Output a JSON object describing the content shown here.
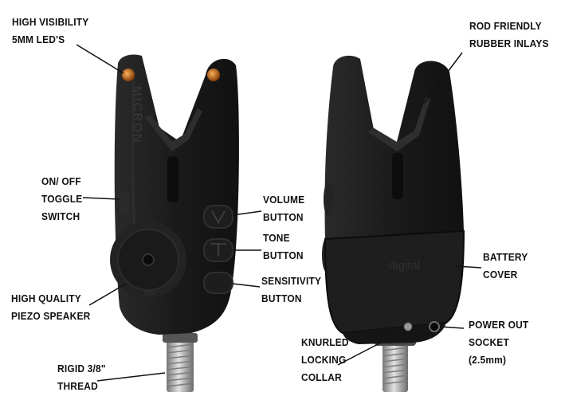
{
  "labels": {
    "high_visibility_leds": [
      "HIGH VISIBILITY",
      "5MM LED'S"
    ],
    "on_off_toggle": [
      "ON/ OFF",
      "TOGGLE",
      "SWITCH"
    ],
    "piezo_speaker": [
      "HIGH QUALITY",
      "PIEZO SPEAKER"
    ],
    "rigid_thread": [
      "RIGID 3/8\"",
      "THREAD"
    ],
    "volume_button": [
      "VOLUME",
      "BUTTON"
    ],
    "tone_button": [
      "TONE",
      "BUTTON"
    ],
    "sensitivity_button": [
      "SENSITIVITY",
      "BUTTON"
    ],
    "knurled_collar": [
      "KNURLED",
      "LOCKING",
      "COLLAR"
    ],
    "rod_friendly_inlays": [
      "ROD FRIENDLY",
      "RUBBER INLAYS"
    ],
    "battery_cover": [
      "BATTERY",
      "COVER"
    ],
    "power_out_socket": [
      "POWER OUT",
      "SOCKET",
      "(2.5mm)"
    ]
  },
  "device_text": {
    "side_logo": "MICRON",
    "rear_logo": "digital",
    "speaker_mark": "TCS"
  },
  "colors": {
    "body": "#1c1c1c",
    "led": "#c8661a",
    "thread": "#a8a8a8",
    "leader": "#111111"
  }
}
